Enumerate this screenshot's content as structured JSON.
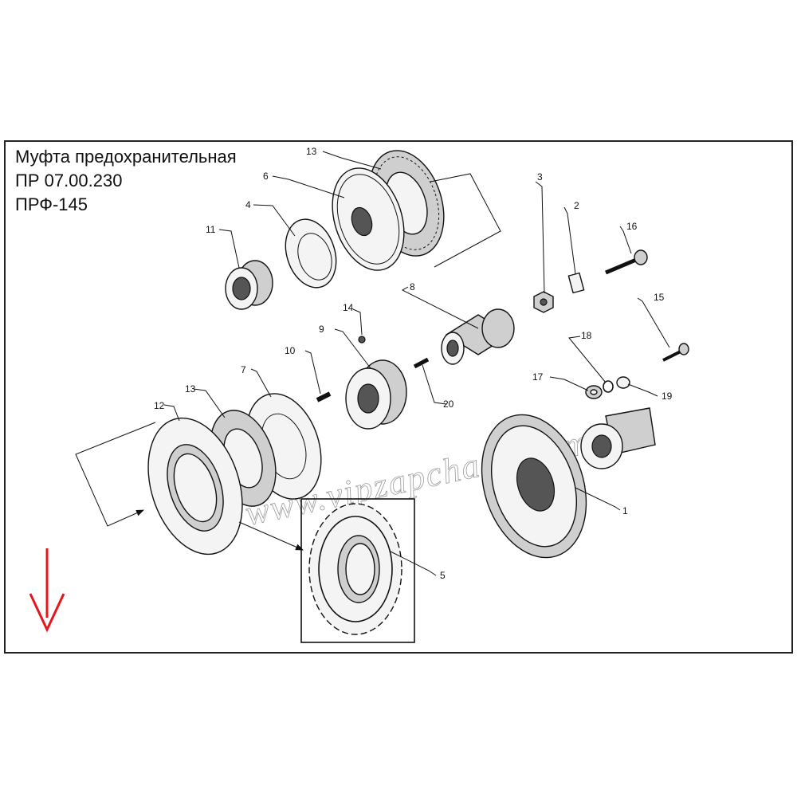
{
  "title": {
    "line1": "Муфта предохранительная",
    "line2": "ПР 07.00.230",
    "line3": "ПРФ-145"
  },
  "watermark": "www.vipzapchasti.com",
  "callouts": [
    {
      "id": "c13a",
      "label": "13"
    },
    {
      "id": "c6",
      "label": "6"
    },
    {
      "id": "c4",
      "label": "4"
    },
    {
      "id": "c11",
      "label": "11"
    },
    {
      "id": "c3",
      "label": "3"
    },
    {
      "id": "c2",
      "label": "2"
    },
    {
      "id": "c16",
      "label": "16"
    },
    {
      "id": "c8",
      "label": "8"
    },
    {
      "id": "c14",
      "label": "14"
    },
    {
      "id": "c9",
      "label": "9"
    },
    {
      "id": "c10",
      "label": "10"
    },
    {
      "id": "c15",
      "label": "15"
    },
    {
      "id": "c18",
      "label": "18"
    },
    {
      "id": "c7",
      "label": "7"
    },
    {
      "id": "c13b",
      "label": "13"
    },
    {
      "id": "c12",
      "label": "12"
    },
    {
      "id": "c17",
      "label": "17"
    },
    {
      "id": "c19",
      "label": "19"
    },
    {
      "id": "c20",
      "label": "20"
    },
    {
      "id": "c1",
      "label": "1"
    },
    {
      "id": "c5",
      "label": "5"
    }
  ],
  "colors": {
    "arrow": "#e8141b",
    "ink": "#111111",
    "frame": "#222222"
  }
}
